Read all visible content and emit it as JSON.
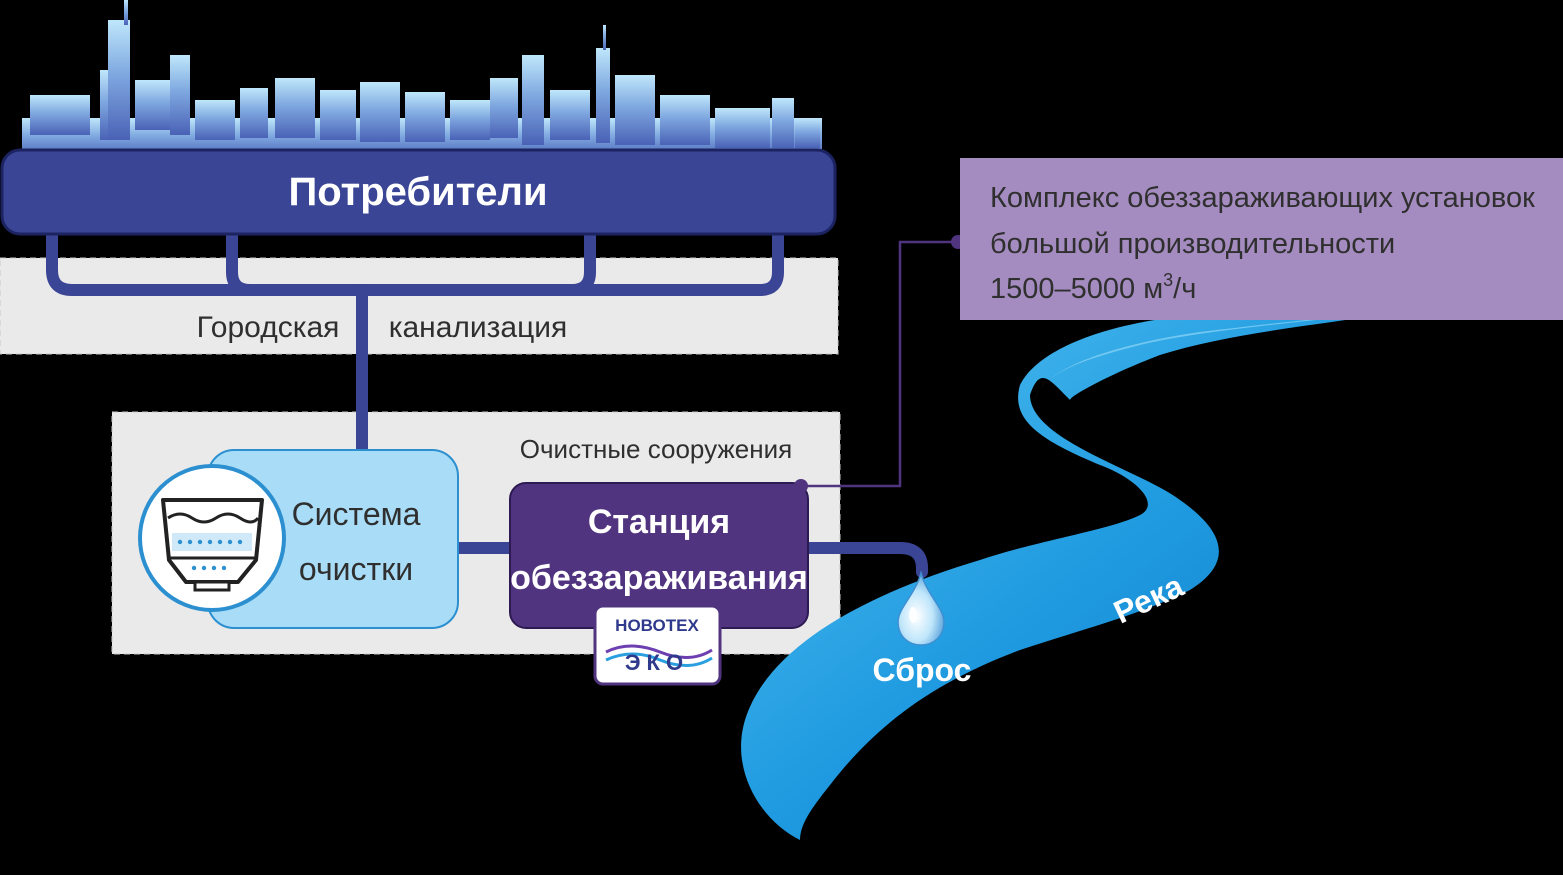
{
  "consumers": {
    "label": "Потребители"
  },
  "sewer": {
    "label_left": "Городская",
    "label_right": "канализация"
  },
  "treatment_facilities": {
    "label": "Очистные сооружения"
  },
  "cleaning_system": {
    "line1": "Система",
    "line2": "очистки"
  },
  "disinfection_station": {
    "line1": "Станция",
    "line2": "обеззараживания"
  },
  "logo": {
    "top": "НОВОТЕХ",
    "bottom": "ЭКО"
  },
  "complex_callout": {
    "line1": "Комплекс обеззараживающих установок",
    "line2": "большой производительности",
    "line3_main": "1500–5000 м",
    "line3_sup": "3",
    "line3_tail": "/ч"
  },
  "discharge": {
    "label": "Сброс"
  },
  "river": {
    "label": "Река"
  },
  "colors": {
    "navy": "#3b4596",
    "purple": "#51347f",
    "light_blue": "#a9dcf6",
    "lilac": "#a58cc0",
    "river": "#1e96d9",
    "panel_gray": "#eaeaea"
  },
  "icons": [
    "city-skyline-icon",
    "filter-tank-icon",
    "water-drop-icon",
    "leader-dot-icon"
  ]
}
